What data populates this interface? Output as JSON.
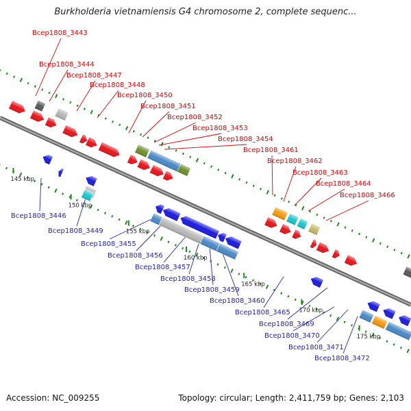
{
  "title": "Burkholderia vietnamiensis G4 chromosome 2, complete sequenc...",
  "accession": "Accession: NC_009255",
  "summary": "Topology: circular; Length: 2,411,759 bp; Genes: 2,103",
  "colors": {
    "plus_label": "#dd0000",
    "minus_label": "#2222bb",
    "backbone": "#8a8a8a",
    "tick": "#1a8a1a",
    "red": "#e8141a",
    "blue": "#1a1ae0",
    "steel": "#4a8ac8",
    "olive": "#6f8f2a",
    "orange": "#f49a10",
    "cyan": "#19c8d0",
    "khaki": "#c8bc6a",
    "gray": "#b8b8b8",
    "dark_gray": "#5a5a5a"
  },
  "ticks": [
    {
      "label": "145 kbp",
      "bp": 145000
    },
    {
      "label": "150 kbp",
      "bp": 150000
    },
    {
      "label": "155 kbp",
      "bp": 155000
    },
    {
      "label": "160 kbp",
      "bp": 160000
    },
    {
      "label": "165 kbp",
      "bp": 165000
    },
    {
      "label": "170 kbp",
      "bp": 170000
    },
    {
      "label": "175 kbp",
      "bp": 175000
    }
  ],
  "plus_labels": [
    "Bcep1808_3443",
    "Bcep1808_3444",
    "Bcep1808_3447",
    "Bcep1808_3448",
    "Bcep1808_3450",
    "Bcep1808_3451",
    "Bcep1808_3452",
    "Bcep1808_3453",
    "Bcep1808_3454",
    "Bcep1808_3461",
    "Bcep1808_3462",
    "Bcep1808_3463",
    "Bcep1808_3464",
    "Bcep1808_3466"
  ],
  "minus_labels": [
    "Bcep1808_3446",
    "Bcep1808_3449",
    "Bcep1808_3455",
    "Bcep1808_3456",
    "Bcep1808_3457",
    "Bcep1808_3458",
    "Bcep1808_3459",
    "Bcep1808_3460",
    "Bcep1808_3465",
    "Bcep1808_3469",
    "Bcep1808_3470",
    "Bcep1808_3471",
    "Bcep1808_3472"
  ]
}
